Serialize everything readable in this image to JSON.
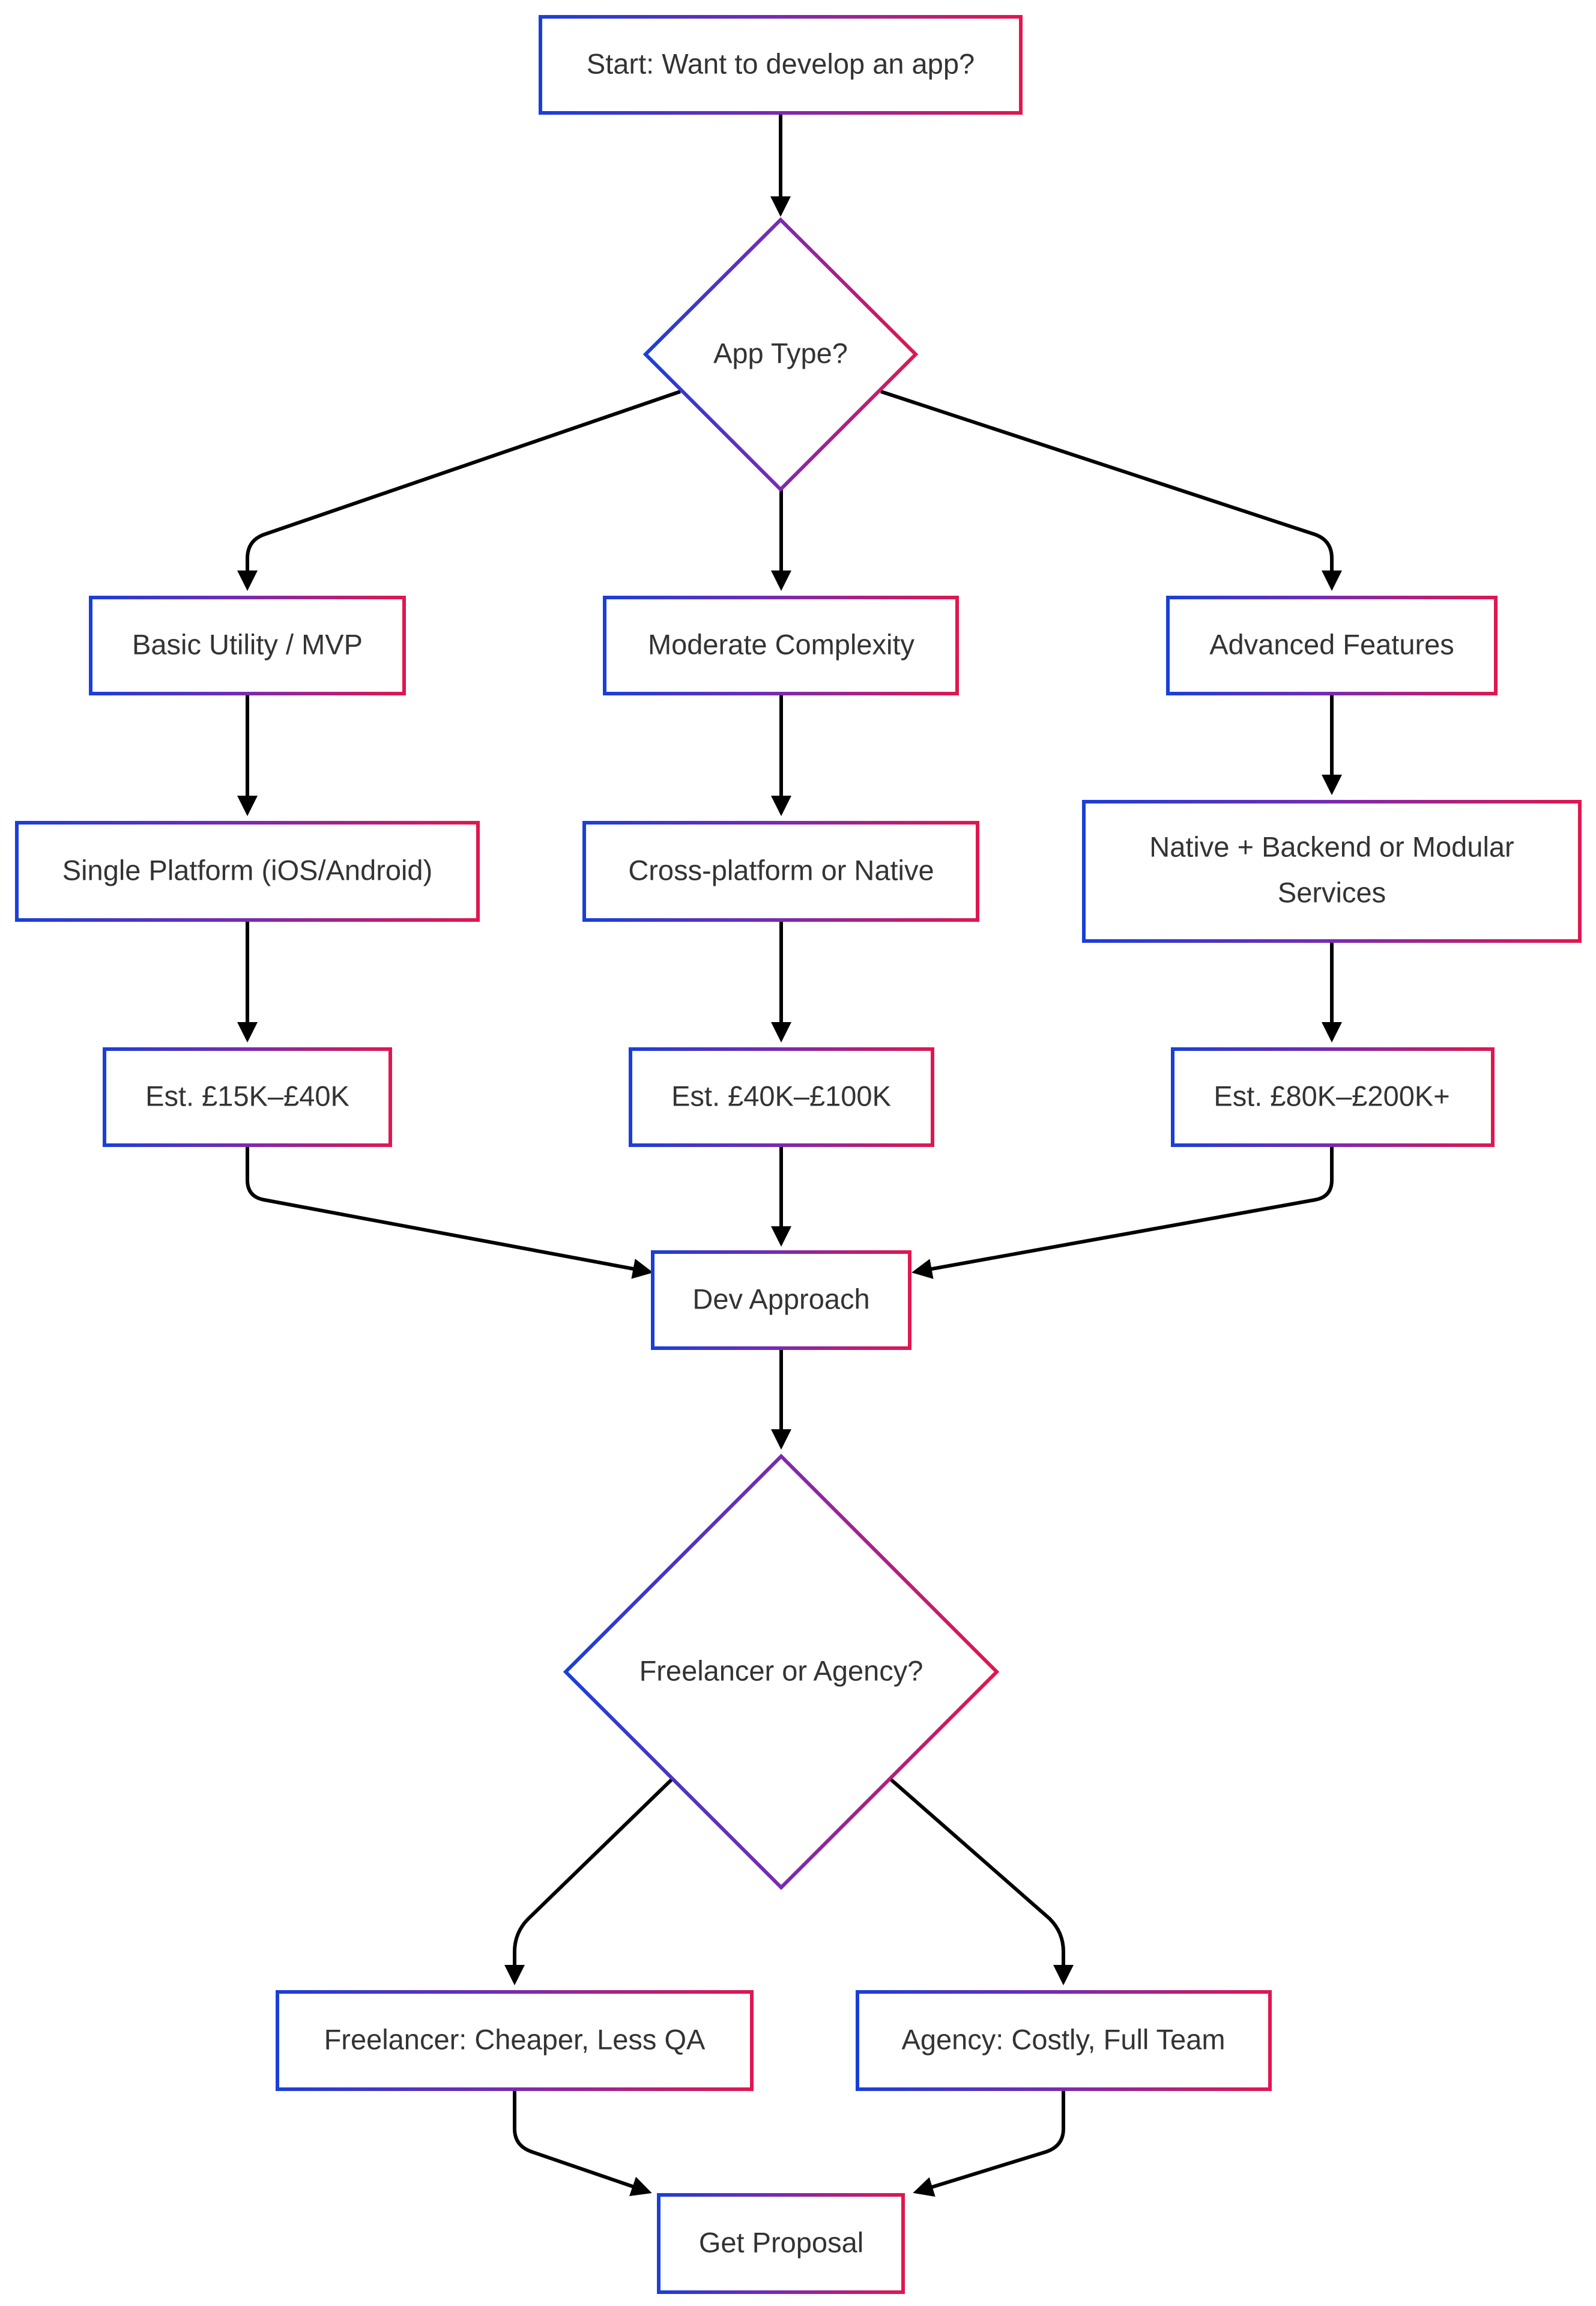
{
  "nodes": {
    "start": "Start: Want to develop an app?",
    "app_type": "App Type?",
    "basic": "Basic Utility / MVP",
    "moderate": "Moderate Complexity",
    "advanced": "Advanced Features",
    "single_platform": "Single Platform (iOS/Android)",
    "cross_platform": "Cross-platform or Native",
    "native_backend_line1": "Native + Backend or Modular",
    "native_backend_line2": "Services",
    "est_basic": "Est. £15K–£40K",
    "est_moderate": "Est. £40K–£100K",
    "est_advanced": "Est. £80K–£200K+",
    "dev_approach": "Dev Approach",
    "freelancer_or_agency": "Freelancer or Agency?",
    "freelancer": "Freelancer: Cheaper, Less QA",
    "agency": "Agency: Costly, Full Team",
    "get_proposal": "Get Proposal"
  },
  "colors": {
    "gradient_start": "#1a3fd8",
    "gradient_mid": "#7b2ab0",
    "gradient_end": "#e0174f",
    "edge": "#000000",
    "text": "#333333"
  }
}
